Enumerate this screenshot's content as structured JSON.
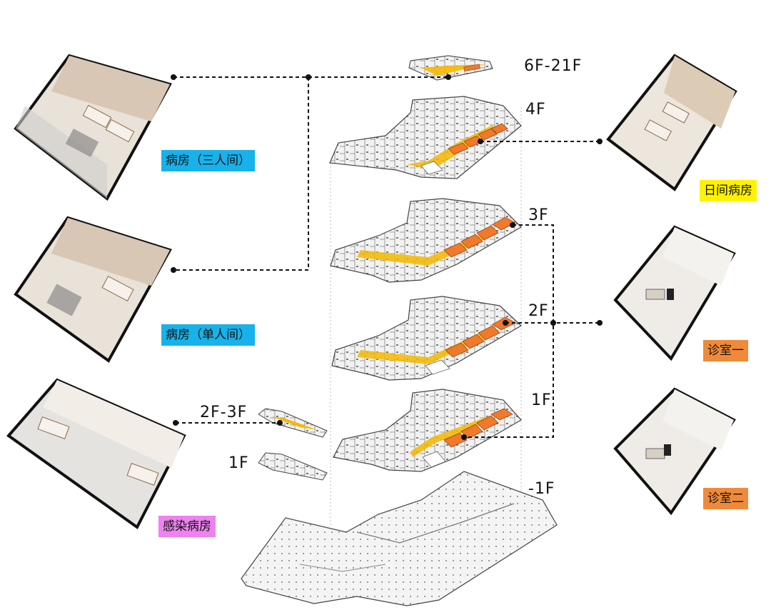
{
  "floors": {
    "f6_21": "6F-21F",
    "f4": "4F",
    "f3": "3F",
    "f2": "2F",
    "f1": "1F",
    "b1": "-1F",
    "side_2_3": "2F-3F",
    "side_1": "1F"
  },
  "rooms": {
    "ward_triple": "病房（三人间）",
    "ward_single": "病房（单人间）",
    "infection_ward": "感染病房",
    "day_ward": "日间病房",
    "clinic_1": "诊室一",
    "clinic_2": "诊室二"
  },
  "colors": {
    "label_blue": "#18b2ea",
    "label_yellow": "#fff200",
    "label_orange": "#f08a3a",
    "label_pink": "#ee82ee",
    "highlight_orange": "#f07a2a",
    "corridor_yellow": "#f5b800"
  }
}
